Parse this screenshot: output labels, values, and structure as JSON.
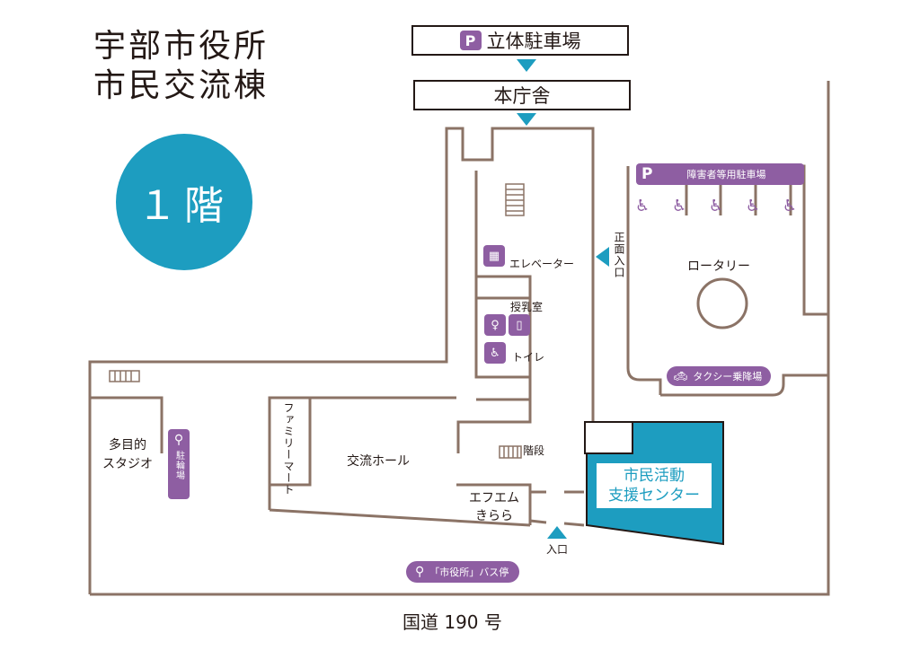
{
  "title": {
    "line1": "宇部市役所",
    "line2": "市民交流棟"
  },
  "floor": "１階",
  "colors": {
    "teal": "#1d9dc0",
    "purple": "#8e5ea2",
    "line": "#8b7366",
    "text": "#231815"
  },
  "buildings": {
    "parking_tower": "立体駐車場",
    "main_office": "本庁舎"
  },
  "parking_icon": "P",
  "accessible_parking": {
    "label": "障害者等用駐車場",
    "spaces": 5,
    "icon": "wheelchair-icon"
  },
  "labels": {
    "elevator": "エレベーター",
    "nursing": "授乳室",
    "toilet": "トイレ",
    "front_entrance": "正面入口",
    "rotary": "ロータリー",
    "taxi": "タクシー乗降場",
    "stairs": "階段",
    "multipurpose_line1": "多目的",
    "multipurpose_line2": "スタジオ",
    "bicycle_parking": "駐輪場",
    "family_mart": "ファミリーマート",
    "exchange_hall": "交流ホール",
    "fm_line1": "エフエム",
    "fm_line2": "きらら",
    "center_line1": "市民活動",
    "center_line2": "支援センター",
    "entrance": "入口",
    "bus_stop": "「市役所」バス停",
    "road": "国道 190 号"
  }
}
